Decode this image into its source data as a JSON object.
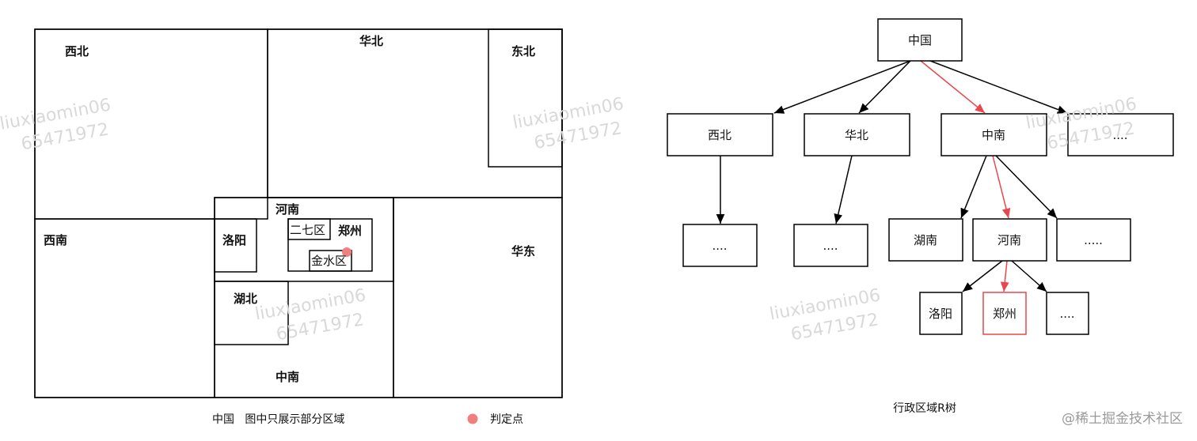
{
  "map": {
    "regions": {
      "xibei": "西北",
      "huabei": "华北",
      "dongbei": "东北",
      "xinan": "西南",
      "huadong": "华东",
      "zhongnan": "中南",
      "henan": "河南",
      "luoyang": "洛阳",
      "erqiqu": "二七区",
      "zhengzhou": "郑州",
      "jinshuiqu": "金水区",
      "hubei": "湖北"
    },
    "caption": "中国   图中只展示部分区域",
    "legend_label": "判定点",
    "point_color": "#f08080"
  },
  "tree": {
    "root": "中国",
    "level1": [
      "西北",
      "华北",
      "中南",
      "...."
    ],
    "level2_xibei": "....",
    "level2_huabei": "....",
    "level2_zhongnan": [
      "湖南",
      "河南",
      "....."
    ],
    "level3_henan": [
      "洛阳",
      "郑州",
      "...."
    ],
    "caption": "行政区域R树",
    "highlight_color": "#e8474c"
  },
  "watermark": {
    "line1": "liuxiaomin06",
    "line2": "65471972"
  },
  "brand": "@稀土掘金技术社区"
}
